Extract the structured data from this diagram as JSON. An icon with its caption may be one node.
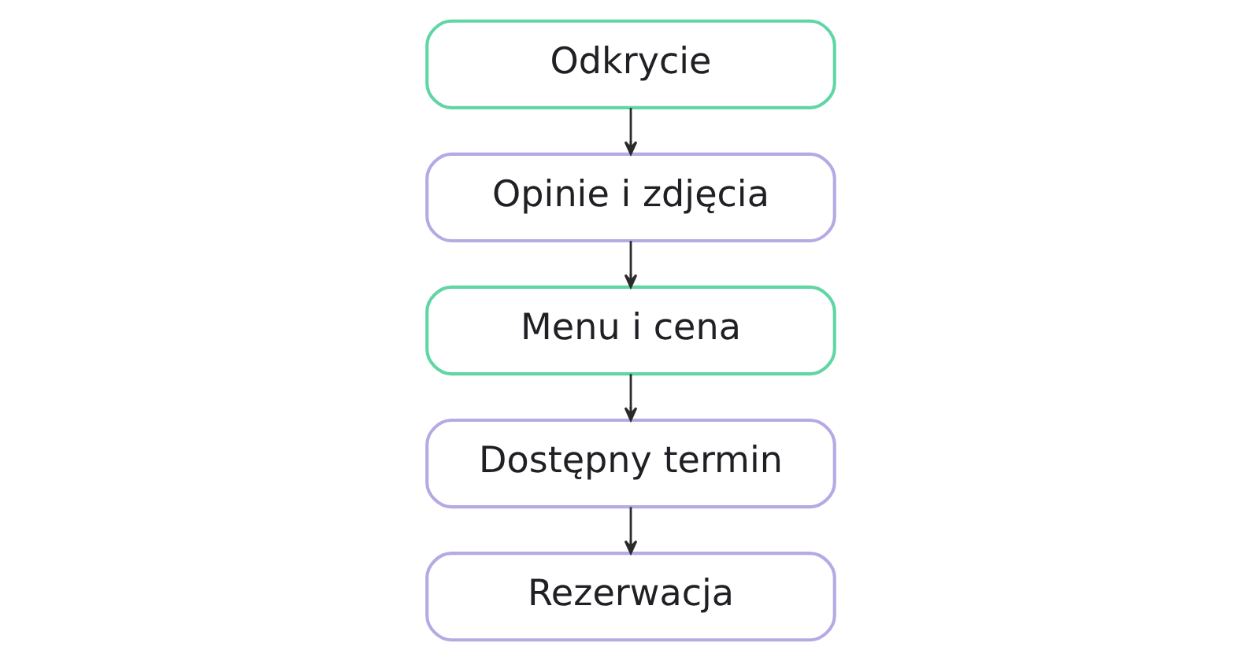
{
  "diagram": {
    "nodes": [
      {
        "text": [
          "Odkrycie"
        ]
      },
      {
        "text": [
          "Opinie i zdjęcia"
        ]
      },
      {
        "text": [
          "Menu i cena"
        ]
      },
      {
        "text": [
          "Dostępny termin"
        ]
      },
      {
        "text": [
          "Rezerwacja"
        ]
      }
    ],
    "edges": [
      {
        "from": 0,
        "to": 1,
        "arrow": "to"
      },
      {
        "from": 1,
        "to": 2,
        "arrow": "to"
      },
      {
        "from": 2,
        "to": 3,
        "arrow": "to"
      },
      {
        "from": 3,
        "to": 4,
        "arrow": "to"
      }
    ]
  }
}
